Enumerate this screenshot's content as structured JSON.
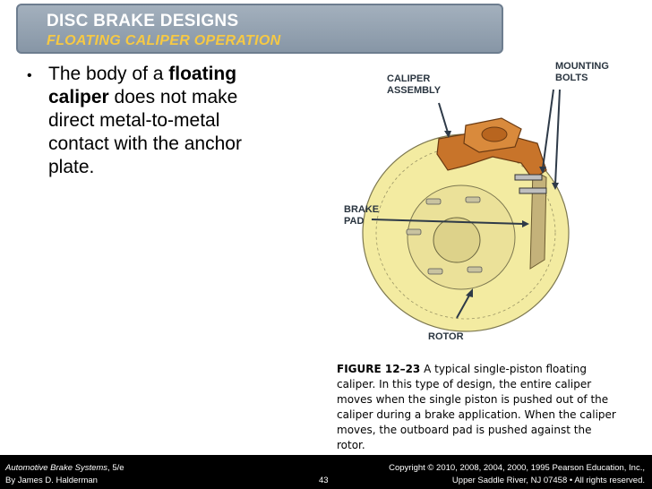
{
  "title": {
    "main": "DISC BRAKE DESIGNS",
    "sub": "FLOATING CALIPER OPERATION"
  },
  "bullet": {
    "symbol": "•",
    "text_before": "The body of a ",
    "bold": "floating caliper",
    "text_after": " does not make direct metal-to-metal contact with the anchor plate."
  },
  "figure": {
    "labels": {
      "caliper_assembly": "CALIPER ASSEMBLY",
      "mounting_bolts": "MOUNTING BOLTS",
      "brake_pad": "BRAKE PAD",
      "rotor": "ROTOR"
    },
    "colors": {
      "rotor": "#f3eba1",
      "caliper": "#c8742a",
      "arrow": "#2e3a48"
    }
  },
  "caption": {
    "label": "FIGURE 12–23",
    "text": " A typical single-piston floating caliper. In this type of design, the entire caliper moves when the single piston is pushed out of the caliper during a brake application. When the caliper moves, the outboard pad is pushed against the rotor."
  },
  "footer": {
    "book_title": "Automotive Brake Systems",
    "edition": ", 5/e",
    "author": "By James D. Halderman",
    "page": "43",
    "copyright_line1": "Copyright © 2010, 2008, 2004, 2000, 1995 Pearson Education, Inc.,",
    "copyright_line2": "Upper Saddle River, NJ 07458 • All rights reserved."
  }
}
